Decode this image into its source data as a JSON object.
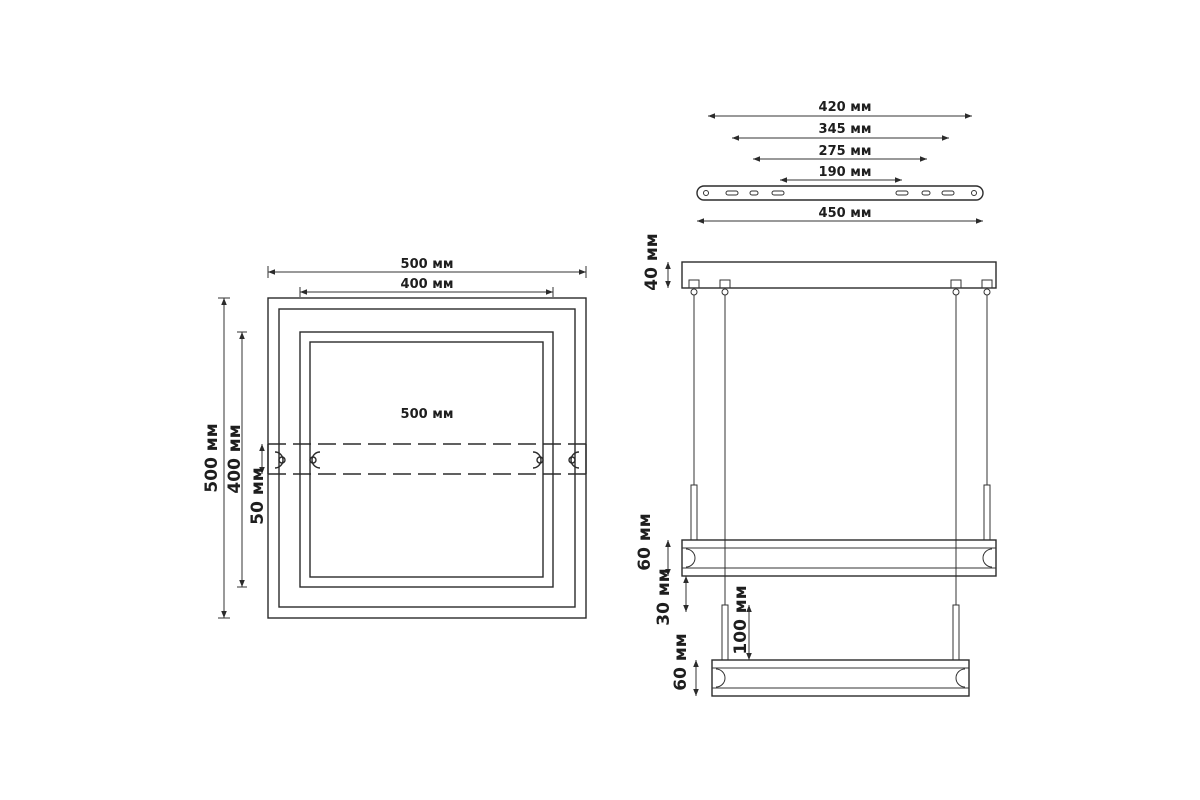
{
  "front_view": {
    "outer_width": "500 мм",
    "inner_width": "400 мм",
    "bracket_width": "500 мм",
    "outer_height": "500 мм",
    "inner_height": "400 мм",
    "bracket_height": "50 мм"
  },
  "mounting_bar": {
    "dim_1": "420 мм",
    "dim_2": "345 мм",
    "dim_3": "275 мм",
    "dim_4": "190 мм",
    "length": "450 мм"
  },
  "side_view": {
    "canopy_height": "40 мм",
    "upper_frame_height": "60 мм",
    "frame_gap": "30 мм",
    "drop": "100 мм",
    "lower_frame_height": "60 мм"
  },
  "colors": {
    "line": "#2b2b2b",
    "text": "#1e1e1e"
  }
}
